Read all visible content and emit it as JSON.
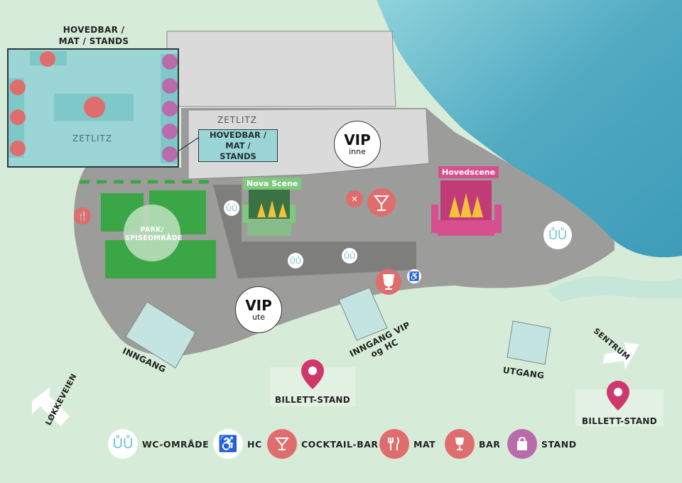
{
  "map": {
    "top_area": {
      "title": "HOVEDBAR / MAT / STANDS"
    },
    "inset": {
      "name": "ZETLITZ"
    },
    "building": {
      "name": "ZETLITZ",
      "callout": "HOVEDBAR / MAT / STANDS"
    },
    "vip_inne": {
      "title": "VIP",
      "sub": "inne"
    },
    "vip_ute": {
      "title": "VIP",
      "sub": "ute"
    },
    "park": {
      "label": "PARK/ SPISEOMRÅDE"
    },
    "stages": {
      "nova": "Nova Scene",
      "hoved": "Hovedscene"
    },
    "entrances": {
      "inngang": "INNGANG",
      "inngang_vip": "INNGANG VIP og HC",
      "utgang": "UTGANG"
    },
    "ticket_left": "BILLETT-STAND",
    "ticket_right": "BILLETT-STAND",
    "directions": {
      "lokkeveien": "LØKKEVEIEN",
      "sentrum": "SENTRUM"
    }
  },
  "legend": {
    "wc": "WC-OMRÅDE",
    "hc": "HC",
    "cocktail": "COCKTAIL-BAR",
    "mat": "MAT",
    "bar": "BAR",
    "stand": "STAND"
  },
  "colors": {
    "land": "#d6ecd8",
    "venue": "#9b9b99",
    "water": "#5bb5c7",
    "park": "#3aa645",
    "mat": "#e06d6d",
    "stand": "#b96bab",
    "wc": "#6fbfd9",
    "pin": "#d0386d",
    "main_stage": "#d84f8f",
    "nova_stage": "#7fc97f"
  }
}
